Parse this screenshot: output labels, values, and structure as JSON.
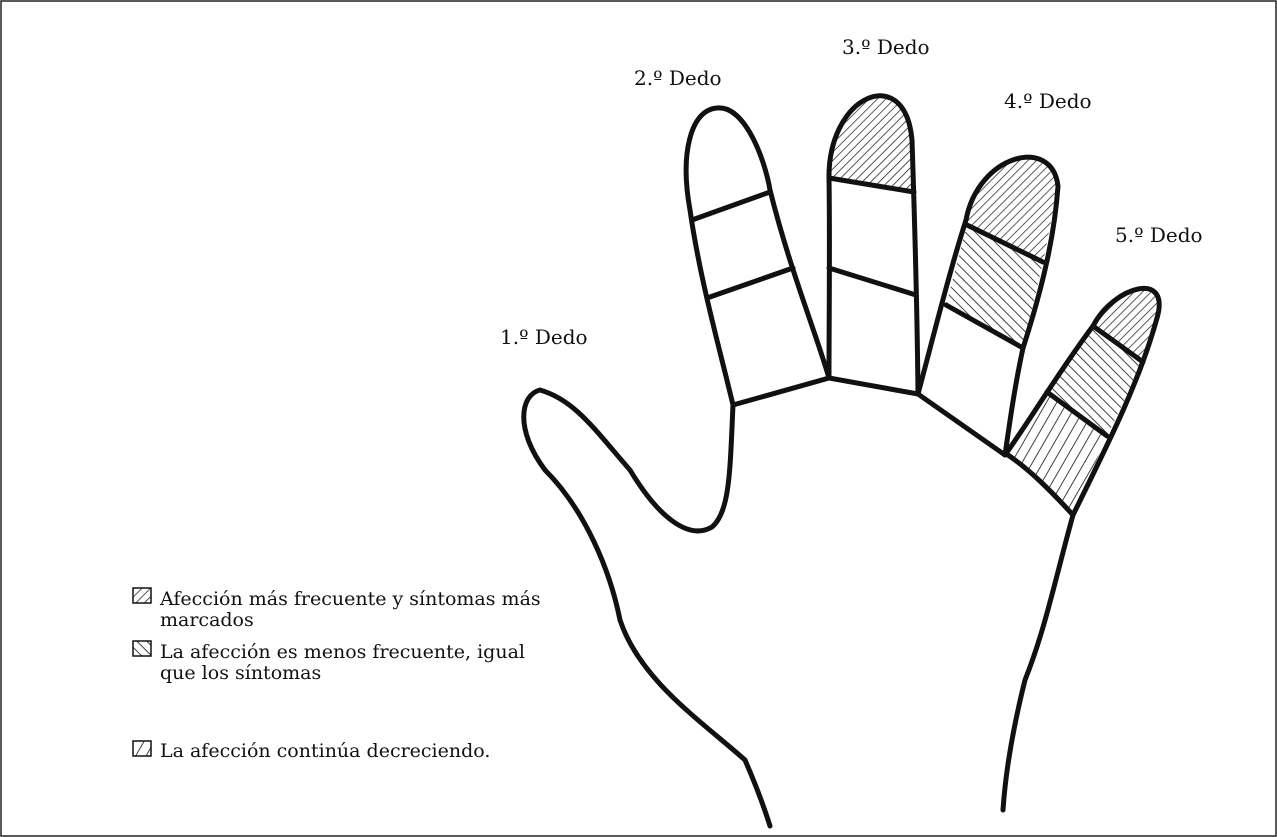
{
  "fingers": {
    "f1": "1.º Dedo",
    "f2": "2.º Dedo",
    "f3": "3.º Dedo",
    "f4": "4.º Dedo",
    "f5": "5.º Dedo"
  },
  "legend": [
    {
      "text": "Afección más frecuente y síntomas más marcados",
      "pattern": "hatch-fine-down"
    },
    {
      "text": "La afección es menos frecuente, igual que los síntomas",
      "pattern": "hatch-up"
    },
    {
      "text": "La afección continúa decreciendo.",
      "pattern": "hatch-wide-down"
    }
  ],
  "colors": {
    "line": "#111111",
    "background": "#ffffff"
  }
}
